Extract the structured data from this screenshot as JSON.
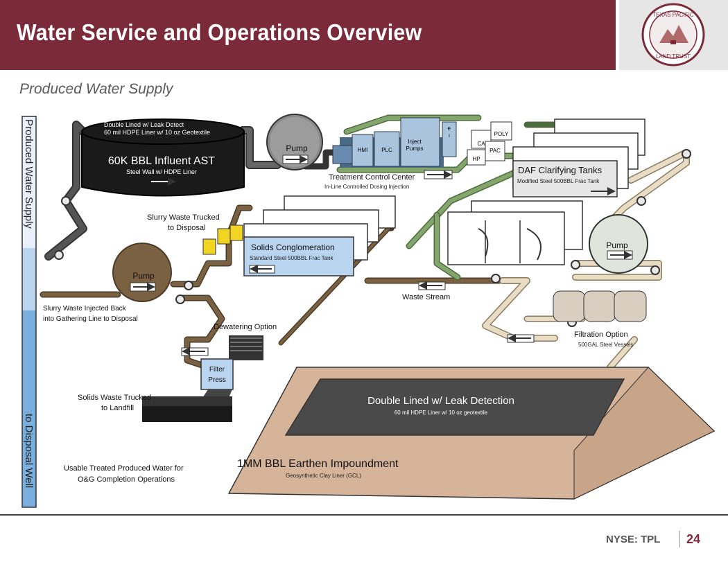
{
  "header": {
    "title": "Water Service and Operations Overview"
  },
  "logo": {
    "top_text": "TEXAS PACIFIC",
    "bottom_text": "LAND TRUST"
  },
  "subtitle": "Produced Water Supply",
  "side_bar": {
    "top_text": "Produced Water Supply",
    "bottom_text": "to Disposal Well"
  },
  "influent": {
    "note1": "Double Lined w/ Leak Detect",
    "note2": "60 mil HDPE Liner w/ 10 oz Geotextile",
    "title": "60K BBL Influent AST",
    "subtitle": "Steel Wall w/ HDPE Liner"
  },
  "pump_top": "Pump",
  "pump_left": "Pump",
  "pump_right": "Pump",
  "tcc": {
    "hmi": "HMI",
    "plc": "PLC",
    "inject1": "Inject",
    "inject2": "Pumps",
    "ei1": "E",
    "ei2": "I",
    "poly": "POLY",
    "ca": "CA",
    "pac": "PAC",
    "hp": "HP",
    "title": "Treatment Control Center",
    "subtitle": "In-Line Controlled Dosing Injection"
  },
  "daf": {
    "title": "DAF Clarifying Tanks",
    "subtitle": "Modified Steel 500BBL Frac Tank"
  },
  "slurry_truck": {
    "line1": "Slurry Waste Trucked",
    "line2": "to Disposal"
  },
  "solids_con": {
    "title": "Solids Conglomeration",
    "subtitle": "Standard Steel 500BBL Frac Tank"
  },
  "slurry_inject": {
    "line1": "Slurry Waste Injected Back",
    "line2": "into Gathering Line to Disposal"
  },
  "waste_stream": "Waste Stream",
  "dewatering": "Dewatering Option",
  "filter_press": {
    "line1": "Filter",
    "line2": "Press"
  },
  "filtration": {
    "title": "Filtration Option",
    "subtitle": "500GAL Steel Vessels"
  },
  "solids_truck": {
    "line1": "Solids Waste Trucked",
    "line2": "to Landfill"
  },
  "impound": {
    "inner_title": "Double Lined w/ Leak Detection",
    "inner_subtitle": "60 mil HDPE Liner w/ 10 oz geotextile",
    "title": "1MM BBL Earthen Impoundment",
    "subtitle": "Geosynthetic Clay Liner (GCL)"
  },
  "usable": {
    "line1": "Usable Treated Produced Water for",
    "line2": "O&G Completion Operations"
  },
  "footer": {
    "ticker": "NYSE: TPL",
    "page": "24"
  }
}
